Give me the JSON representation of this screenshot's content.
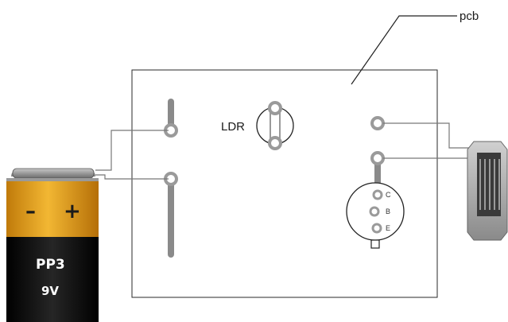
{
  "labels": {
    "pcb": "pcb",
    "ldr": "LDR"
  },
  "battery": {
    "minus": "–",
    "plus": "+",
    "type": "PP3",
    "voltage": "9V"
  },
  "transistor_pins": {
    "collector": "C",
    "base": "B",
    "emitter": "E"
  },
  "colors": {
    "track": "#8a8a8a",
    "pad_ring": "#9a9a9a",
    "battery_top": "#e0a020",
    "battery_bottom": "#141414",
    "board_border": "#2a2a2a",
    "wire": "#777777"
  }
}
